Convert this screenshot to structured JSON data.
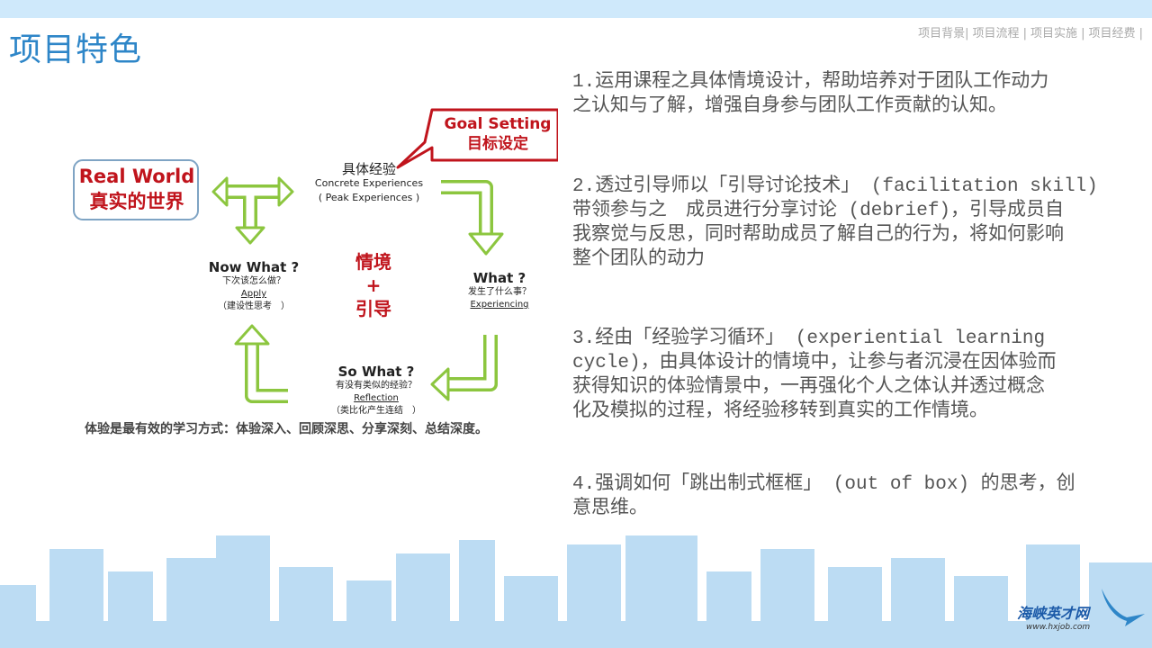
{
  "header": {
    "title": "项目特色",
    "nav": [
      "项目背景|",
      "项目流程 |",
      "项目实施 |",
      "项目经费 |"
    ]
  },
  "diagram": {
    "real_world": {
      "en": "Real World",
      "zh": "真实的世界"
    },
    "goal_setting": {
      "en": "Goal Setting",
      "zh": "目标设定"
    },
    "concrete": {
      "zh": "具体经验",
      "en": "Concrete Experiences",
      "sub": "( Peak Experiences )"
    },
    "what": {
      "title": "What ?",
      "zh": "发生了什么事？",
      "en": "Experiencing"
    },
    "so_what": {
      "title": "So What ?",
      "zh": "有没有类似的经验？",
      "en": "Reflection",
      "sub": "（类比化产生连结　）"
    },
    "now_what": {
      "title": "Now What ?",
      "zh": "下次该怎么做？",
      "en": "Apply",
      "sub": "（建设性思考　）"
    },
    "center": {
      "top": "情境",
      "plus": "+",
      "bottom": "引导"
    },
    "caption": "体验是最有效的学习方式：体验深入、回顾深思、分享深刻、总结深度。",
    "colors": {
      "green": "#8cc63f",
      "red": "#c0141c",
      "blue": "#2e86c8"
    }
  },
  "points": [
    [
      "1.运用课程之具体情境设计，帮助培养对于团队工作动力",
      "之认知与了解，增强自身参与团队工作贡献的认知。"
    ],
    [
      "2.透过引导师以「引导讨论技术」 (facilitation skill)",
      "带领参与之　成员进行分享讨论 (debrief)，引导成员自",
      "我察觉与反思，同时帮助成员了解自己的行为，将如何影响",
      "整个团队的动力"
    ],
    [
      "3.经由「经验学习循环」 (experiential learning",
      "cycle)，由具体设计的情境中，让参与者沉浸在因体验而",
      "获得知识的体验情景中，一再强化个人之体认并透过概念",
      "化及模拟的过程，将经验移转到真实的工作情境。"
    ],
    [
      "4.强调如何「跳出制式框框」 (out of box) 的思考，创",
      "意思维。"
    ]
  ],
  "logo": {
    "name": "海峡英才网",
    "url": "www.hxjob.com"
  }
}
